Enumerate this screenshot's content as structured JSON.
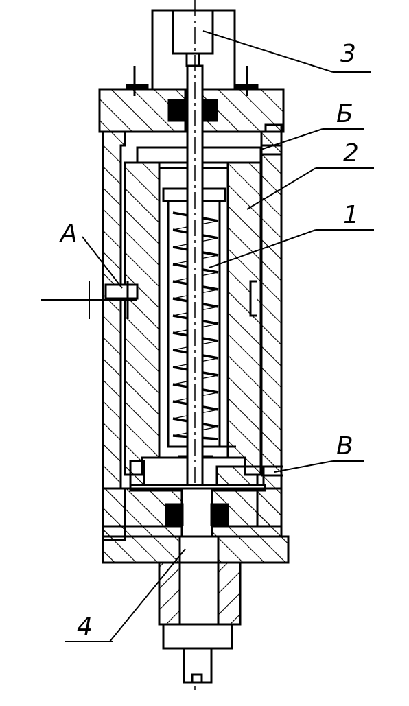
{
  "drawing": {
    "labels": {
      "one": "1",
      "two": "2",
      "three": "3",
      "four": "4",
      "A": "A",
      "B_cyr": "Б",
      "V": "B"
    },
    "line_color": "#000000",
    "background": "#ffffff"
  }
}
